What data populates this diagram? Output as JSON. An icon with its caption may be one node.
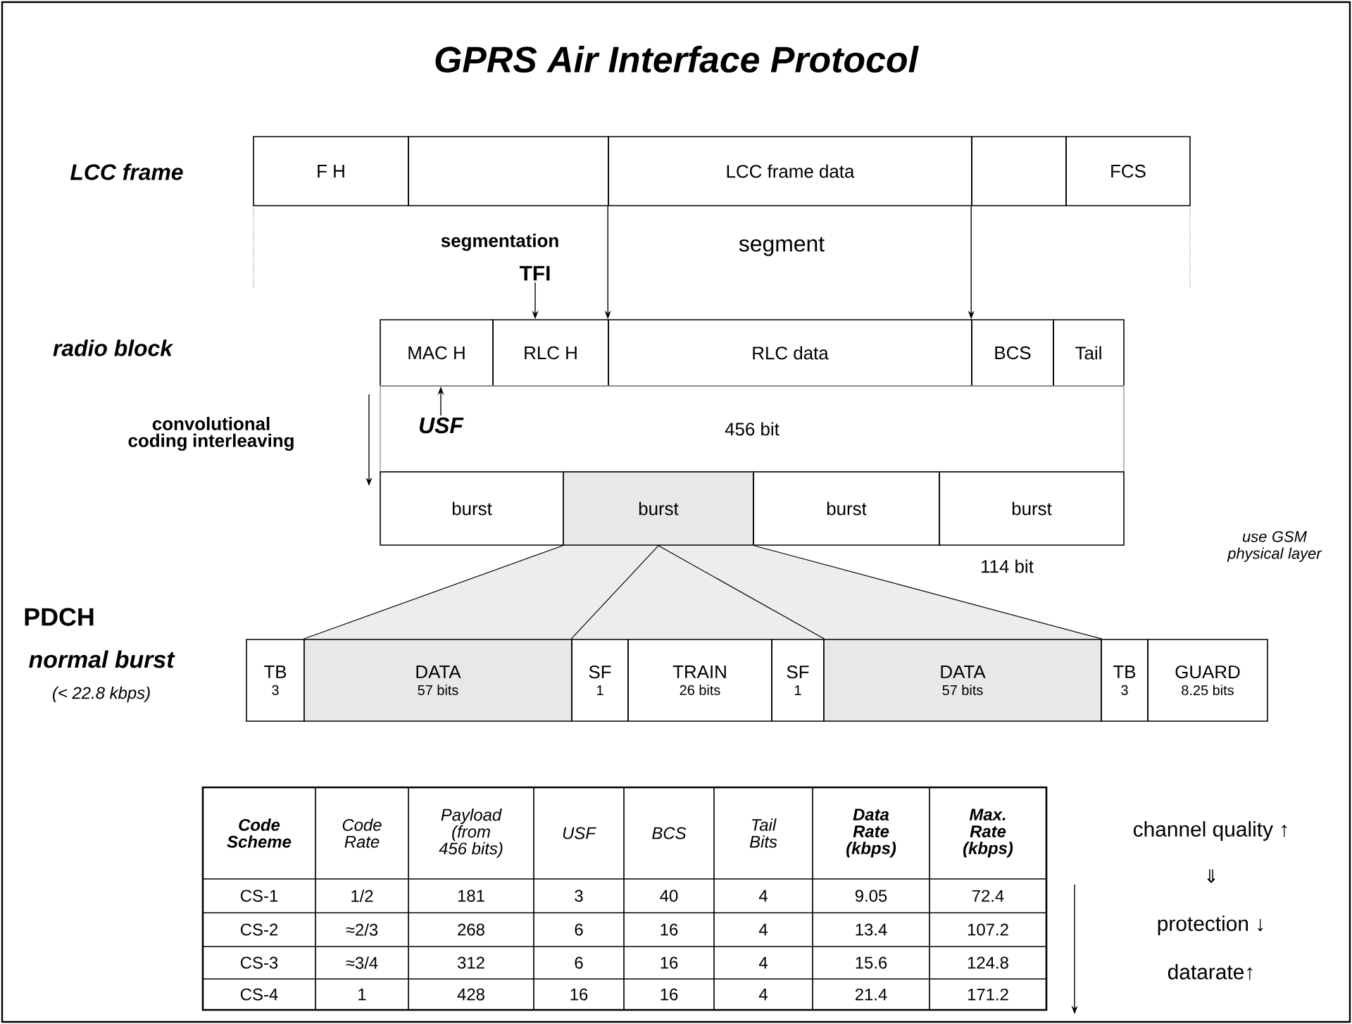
{
  "diagram": {
    "title": "GPRS Air Interface Protocol",
    "nodes": [
      {
        "text": [
          "F H"
        ]
      },
      {
        "text": [],
        "shape": "box"
      },
      {
        "text": [
          "LCC frame data"
        ]
      },
      {
        "text": [],
        "shape": "box"
      },
      {
        "text": [
          "FCS"
        ]
      },
      {
        "text": [
          "TFI"
        ]
      },
      {
        "text": [
          "MAC H"
        ]
      },
      {
        "text": [
          "RLC H"
        ]
      },
      {
        "text": [
          "RLC data"
        ]
      },
      {
        "text": [
          "BCS"
        ]
      },
      {
        "text": [
          "Tail"
        ]
      },
      {
        "text": [
          "456 bit"
        ]
      },
      {
        "text": [
          "USF"
        ],
        "in": 11
      },
      {
        "text": [
          "burst"
        ]
      },
      {
        "text": [
          "burst"
        ]
      },
      {
        "text": [
          "burst"
        ]
      },
      {
        "text": [
          "burst"
        ]
      },
      {
        "text": [
          "TB",
          "3"
        ]
      },
      {
        "text": [
          "DATA",
          "57 bits"
        ]
      },
      {
        "text": [
          "SF",
          "1"
        ]
      },
      {
        "text": [
          "TRAIN",
          "26 bits"
        ]
      },
      {
        "text": [
          "SF",
          "1"
        ]
      },
      {
        "text": [
          "DATA",
          "57 bits"
        ]
      },
      {
        "text": [
          "TB",
          "3"
        ]
      },
      {
        "text": [
          "GUARD",
          "8.25 bits"
        ]
      }
    ],
    "edges": [
      {
        "from": 5,
        "to": 7,
        "arrow": "to"
      },
      {
        "from": 2,
        "to": 8,
        "arrow": "to"
      },
      {
        "from": 3,
        "to": 9,
        "arrow": "to"
      },
      {
        "from": 12,
        "to": 6,
        "arrow": "to"
      },
      {
        "from": 14,
        "to": 18,
        "arrow": "none"
      },
      {
        "from": 14,
        "to": 19,
        "arrow": "none"
      },
      {
        "from": 14,
        "to": 21,
        "arrow": "none"
      },
      {
        "from": 14,
        "to": 22,
        "arrow": "none"
      }
    ],
    "labels": [
      "LCC frame",
      "segmentation",
      "segment",
      "radio block",
      "convolutional coding interleaving",
      "114 bit",
      "use GSM physical layer",
      "PDCH",
      "normal burst",
      "(< 22.8 kbps)",
      "Code Scheme",
      "Code Rate",
      "Payload (from 456 bits)",
      "USF",
      "BCS",
      "Tail Bits",
      "Data Rate (kbps)",
      "Max. Rate (kbps)",
      "CS-1",
      "1/2",
      "181",
      "3",
      "40",
      "4",
      "9.05",
      "72.4",
      "CS-2",
      "≈2/3",
      "268",
      "6",
      "16",
      "4",
      "13.4",
      "107.2",
      "CS-3",
      "≈3/4",
      "312",
      "6",
      "16",
      "4",
      "15.6",
      "124.8",
      "CS-4",
      "1",
      "428",
      "16",
      "16",
      "4",
      "21.4",
      "171.2",
      "channel quality ↑",
      "⇓",
      "protection ↓",
      "datarate↑"
    ]
  }
}
